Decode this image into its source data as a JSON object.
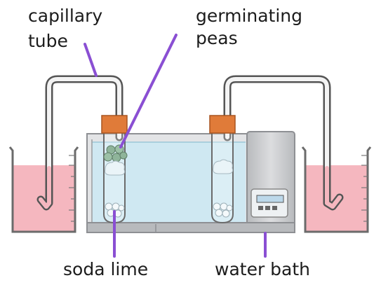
{
  "labels": {
    "capillary_tube_line1": "capillary",
    "capillary_tube_line2": "tube",
    "germinating_peas_line1": "germinating",
    "germinating_peas_line2": "peas",
    "soda_lime": "soda lime",
    "water_bath": "water bath"
  },
  "colors": {
    "pointer_line": "#8a4fd3",
    "red_liquid": "#f5b7bf",
    "bath_water": "#cfe8f2",
    "rubber_bung": "#e07b39",
    "water_bath_body": "#c9cbcd",
    "display_screen": "#bcd8ea",
    "pea_green": "#8fb49a"
  }
}
